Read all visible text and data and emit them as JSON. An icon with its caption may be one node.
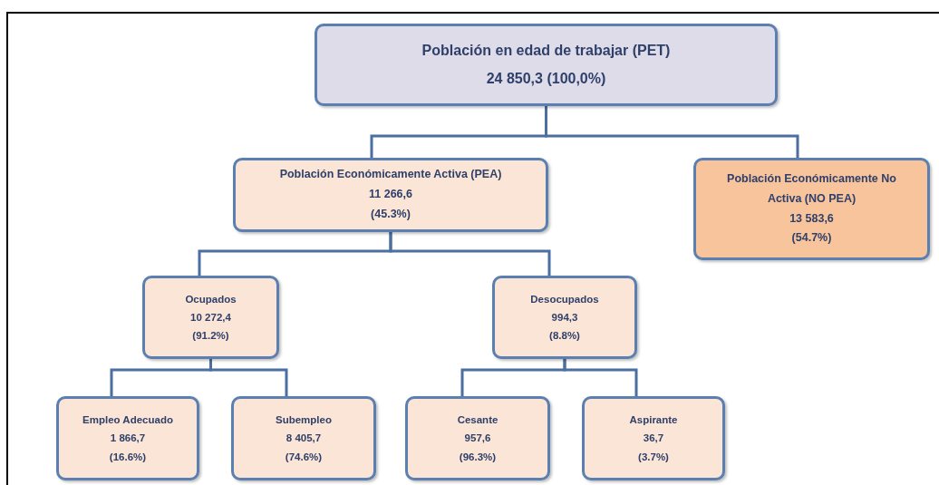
{
  "diagram": {
    "nodes": [
      {
        "text": [
          "Población en edad de trabajar (PET)",
          "24 850,3 (100,0%)"
        ]
      },
      {
        "text": [
          "Población Económicamente Activa (PEA)",
          "11 266,6",
          "(45.3%)"
        ]
      },
      {
        "text": [
          "Población Económicamente No Activa (NO PEA)",
          "13 583,6",
          "(54.7%)"
        ]
      },
      {
        "text": [
          "Ocupados",
          "10 272,4",
          "(91.2%)"
        ]
      },
      {
        "text": [
          "Desocupados",
          "994,3",
          "(8.8%)"
        ]
      },
      {
        "text": [
          "Empleo Adecuado",
          "1 866,7",
          "(16.6%)"
        ]
      },
      {
        "text": [
          "Subempleo",
          "8 405,7",
          "(74.6%)"
        ]
      },
      {
        "text": [
          "Cesante",
          "957,6",
          "(96.3%)"
        ]
      },
      {
        "text": [
          "Aspirante",
          "36,7",
          "(3.7%)"
        ]
      }
    ],
    "edges": [
      {
        "from": 0,
        "to": 1,
        "arrow": "none"
      },
      {
        "from": 0,
        "to": 2,
        "arrow": "none"
      },
      {
        "from": 1,
        "to": 3,
        "arrow": "none"
      },
      {
        "from": 1,
        "to": 4,
        "arrow": "none"
      },
      {
        "from": 3,
        "to": 5,
        "arrow": "none"
      },
      {
        "from": 3,
        "to": 6,
        "arrow": "none"
      },
      {
        "from": 4,
        "to": 7,
        "arrow": "none"
      },
      {
        "from": 4,
        "to": 8,
        "arrow": "none"
      }
    ]
  }
}
